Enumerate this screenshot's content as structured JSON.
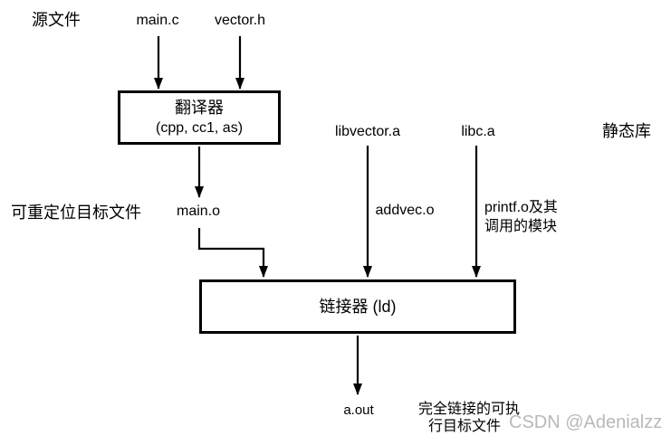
{
  "diagram": {
    "row_labels": {
      "source_file": "源文件",
      "static_lib": "静态库",
      "relocatable_obj": "可重定位目标文件",
      "executable_line1": "完全链接的可执",
      "executable_line2": "行目标文件"
    },
    "files": {
      "main_c": "main.c",
      "vector_h": "vector.h",
      "libvector_a": "libvector.a",
      "libc_a": "libc.a",
      "main_o": "main.o",
      "addvec_o": "addvec.o",
      "printf_o_line1": "printf.o及其",
      "printf_o_line2": "调用的模块",
      "a_out": "a.out"
    },
    "boxes": {
      "translator": {
        "name": "翻译器",
        "tools": "(cpp, cc1, as)"
      },
      "linker": {
        "name": "链接器 (ld)"
      }
    },
    "watermark": "CSDN @Adenialzz",
    "colors": {
      "line": "#000000",
      "background": "#ffffff",
      "watermark": "#b9b9b9"
    }
  }
}
